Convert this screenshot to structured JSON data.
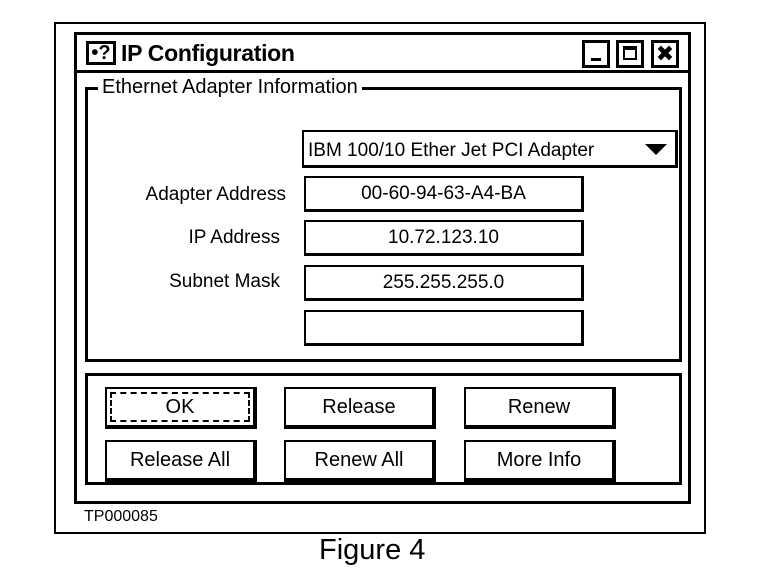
{
  "window": {
    "title": "IP Configuration",
    "help_icon_glyph": "•?",
    "minimize_icon": "minimize-icon",
    "maximize_icon": "maximize-icon",
    "close_icon_glyph": "✖"
  },
  "adapter_group": {
    "legend": "Ethernet Adapter Information",
    "adapter_select": {
      "selected": "IBM 100/10 Ether Jet PCI Adapter",
      "arrow_icon": "dropdown-arrow-icon"
    },
    "fields": [
      {
        "label": "Adapter Address",
        "value": "00-60-94-63-A4-BA"
      },
      {
        "label": "IP Address",
        "value": "10.72.123.10"
      },
      {
        "label": "Subnet Mask",
        "value": "255.255.255.0"
      },
      {
        "label": "",
        "value": ""
      }
    ]
  },
  "buttons": {
    "ok": "OK",
    "release": "Release",
    "renew": "Renew",
    "release_all": "Release All",
    "renew_all": "Renew All",
    "more_info": "More Info"
  },
  "figure": {
    "id": "TP000085",
    "caption": "Figure 4"
  }
}
